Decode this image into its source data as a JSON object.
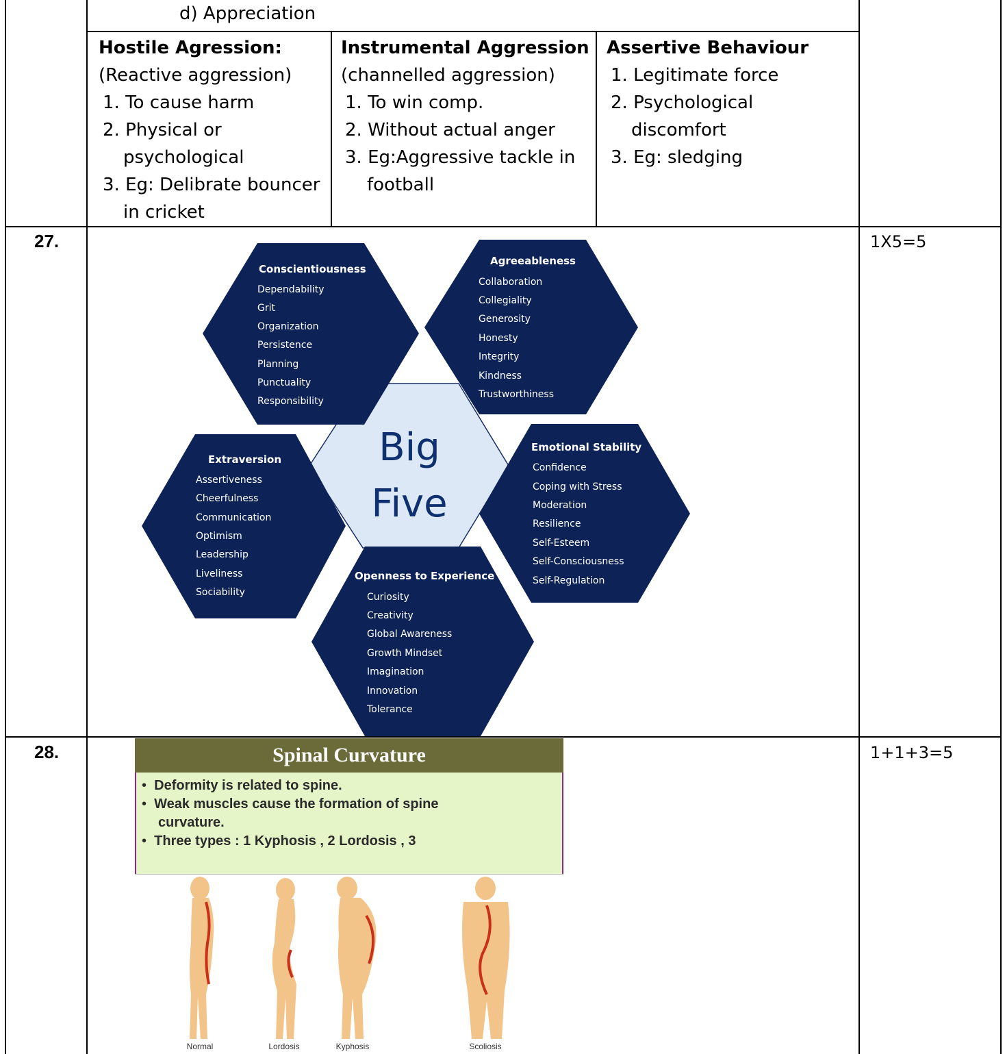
{
  "row_top": {
    "appreciation": "d)  Appreciation",
    "columns": [
      {
        "heading": "Hostile Agression:",
        "lines": [
          "(Reactive aggression)",
          "1. To cause harm",
          "2. Physical or",
          "psychological",
          "3. Eg: Delibrate bouncer",
          "in cricket"
        ]
      },
      {
        "heading": "Instrumental Aggression",
        "lines": [
          "(channelled aggression)",
          "1. To win comp.",
          "2. Without actual anger",
          "3. Eg:Aggressive tackle in",
          "football"
        ]
      },
      {
        "heading": "Assertive Behaviour",
        "lines": [
          "1. Legitimate force",
          "2. Psychological",
          "discomfort",
          "3. Eg: sledging"
        ]
      }
    ]
  },
  "q27": {
    "number": "27.",
    "marks": "1X5=5",
    "center": [
      "Big",
      "Five"
    ],
    "hexagons": [
      {
        "title": "Conscientiousness",
        "items": [
          "Dependability",
          "Grit",
          "Organization",
          "Persistence",
          "Planning",
          "Punctuality",
          "Responsibility"
        ]
      },
      {
        "title": "Agreeableness",
        "items": [
          "Collaboration",
          "Collegiality",
          "Generosity",
          "Honesty",
          "Integrity",
          "Kindness",
          "Trustworthiness"
        ]
      },
      {
        "title": "Extraversion",
        "items": [
          "Assertiveness",
          "Cheerfulness",
          "Communication",
          "Optimism",
          "Leadership",
          "Liveliness",
          "Sociability"
        ]
      },
      {
        "title": "Emotional Stability",
        "items": [
          "Confidence",
          "Coping with Stress",
          "Moderation",
          "Resilience",
          "Self-Esteem",
          "Self-Consciousness",
          "Self-Regulation"
        ]
      },
      {
        "title": "Openness to Experience",
        "items": [
          "Curiosity",
          "Creativity",
          "Global Awareness",
          "Growth Mindset",
          "Imagination",
          "Innovation",
          "Tolerance"
        ]
      }
    ],
    "colors": {
      "hex_fill": "#0d2257",
      "center_fill": "#dce8f5",
      "center_text": "#0e3070"
    }
  },
  "q28": {
    "number": "28.",
    "marks": "1+1+3=5",
    "slide": {
      "title": "Spinal Curvature",
      "bullets": [
        "Deformity is related to spine.",
        "Weak muscles cause the formation of spine",
        "curvature.",
        "Three types : 1 Kyphosis , 2 Lordosis , 3"
      ],
      "figure_labels": [
        "Normal",
        "Lordosis",
        "Kyphosis",
        "Scoliosis"
      ],
      "colors": {
        "title_bar": "#6b6b3a",
        "bullet_bg": "#e6f5c8",
        "bullet_border": "#8a2a8a",
        "body_color": "#f2c48a",
        "spine_color": "#c8301c"
      }
    }
  }
}
